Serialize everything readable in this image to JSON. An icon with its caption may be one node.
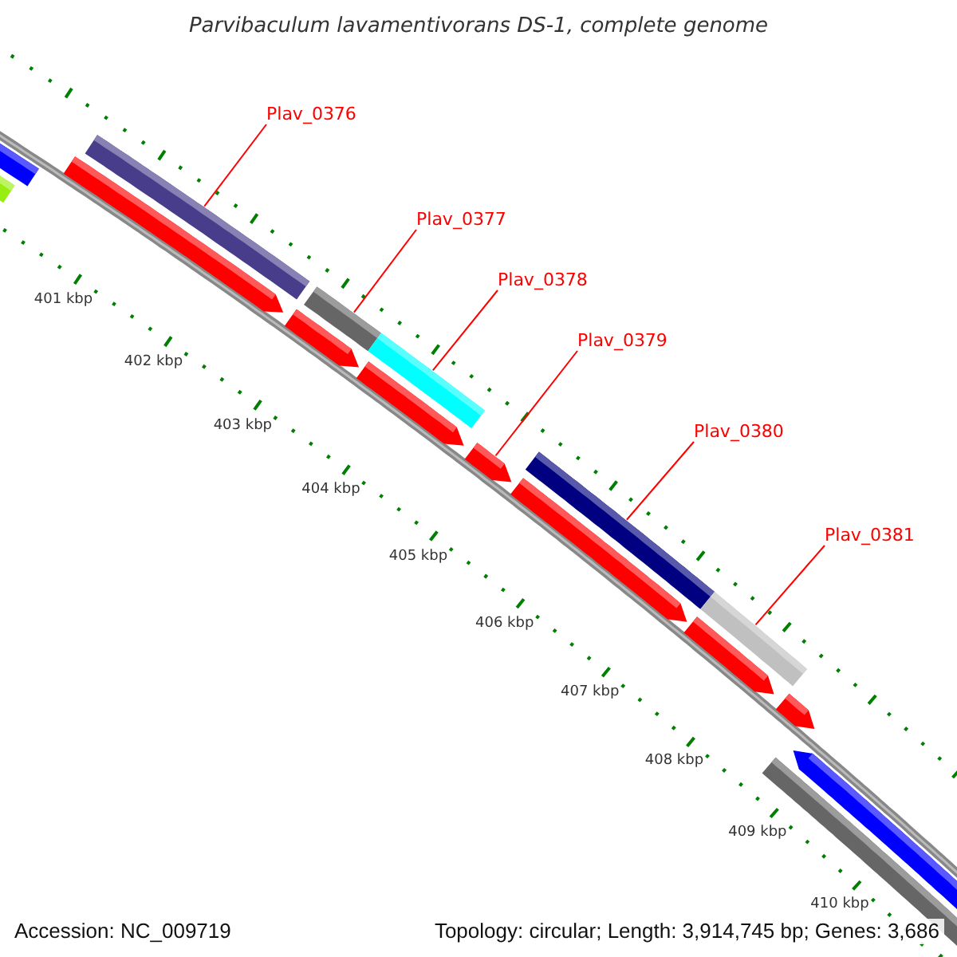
{
  "diagram": {
    "title": "Parvibaculum lavamentivorans DS-1, complete genome",
    "nodes": [
      {
        "text": [
          "Plav_0376"
        ]
      },
      {
        "text": [
          "Plav_0377"
        ]
      },
      {
        "text": [
          "Plav_0378"
        ]
      },
      {
        "text": [
          "Plav_0379"
        ]
      },
      {
        "text": [
          "Plav_0380"
        ]
      },
      {
        "text": [
          "Plav_0381"
        ]
      },
      {
        "text": [],
        "shape": "bar"
      },
      {
        "text": [],
        "shape": "bar"
      },
      {
        "text": [],
        "shape": "bar"
      },
      {
        "text": [],
        "shape": "bar"
      },
      {
        "text": [],
        "shape": "bar"
      },
      {
        "text": [],
        "shape": "bar"
      }
    ],
    "edges": [
      {
        "from": 0,
        "to": 6,
        "arrow": "none",
        "color": "#ff0000"
      },
      {
        "from": 1,
        "to": 7,
        "arrow": "none",
        "color": "#ff0000"
      },
      {
        "from": 2,
        "to": 8,
        "arrow": "none",
        "color": "#ff0000"
      },
      {
        "from": 3,
        "to": 9,
        "arrow": "none",
        "color": "#ff0000"
      },
      {
        "from": 4,
        "to": 10,
        "arrow": "none",
        "color": "#ff0000"
      },
      {
        "from": 5,
        "to": 11,
        "arrow": "none",
        "color": "#ff0000"
      }
    ],
    "labels": [
      "401 kbp",
      "402 kbp",
      "403 kbp",
      "404 kbp",
      "405 kbp",
      "406 kbp",
      "407 kbp",
      "408 kbp",
      "409 kbp",
      "410 kbp",
      "Accession: NC_009719",
      "Topology: circular; Length: 3,914,745 bp; Genes: 3,686"
    ]
  }
}
